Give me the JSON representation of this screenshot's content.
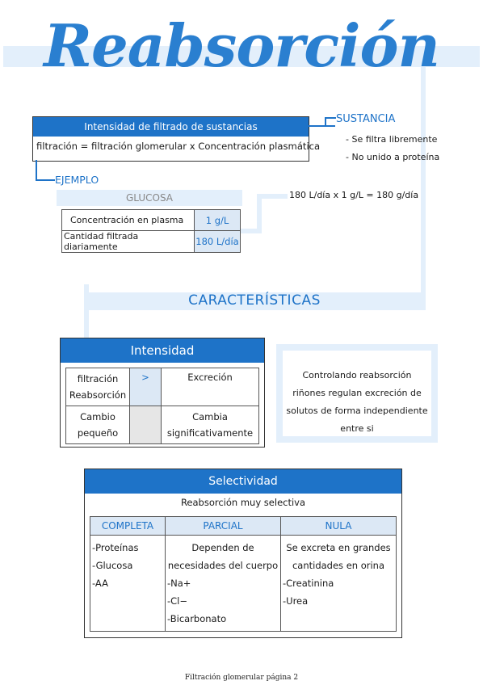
{
  "title": "Reabsorción",
  "filtrado": {
    "header": "Intensidad de filtrado de sustancias",
    "formula": "filtración = filtración glomerular x Concentración plasmática"
  },
  "sustancia": {
    "label": "SUSTANCIA",
    "items": [
      "-  Se filtra libremente",
      "-  No unido a proteína"
    ]
  },
  "ejemplo": {
    "label": "EJEMPLO",
    "glucosa_header": "GLUCOSA",
    "rows": [
      {
        "label": "Concentración en plasma",
        "value": "1 g/L"
      },
      {
        "label": "Cantidad filtrada diariamente",
        "value": "180 L/día"
      }
    ],
    "calc": "180 L/día x 1 g/L = 180 g/día"
  },
  "caracteristicas": "CARACTERÍSTICAS",
  "intensidad": {
    "header": "Intensidad",
    "row1": {
      "left_a": "filtración",
      "left_b": "Reabsorción",
      "mid": ">",
      "right": "Excreción"
    },
    "row2": {
      "left_a": "Cambio",
      "left_b": "pequeño",
      "mid": "",
      "right_a": "Cambia",
      "right_b": "significativamente"
    }
  },
  "nota": "Controlando reabsorción riñones regulan excreción de solutos de forma independiente entre si",
  "selectividad": {
    "header": "Selectividad",
    "subheader": "Reabsorción muy selectiva",
    "columns": [
      {
        "title": "COMPLETA",
        "items": [
          "-Proteínas",
          "-Glucosa",
          "-AA"
        ]
      },
      {
        "title": "PARCIAL",
        "items": [
          "Dependen de",
          "necesidades del cuerpo",
          "-Na+",
          "-Cl−",
          "-Bicarbonato"
        ]
      },
      {
        "title": "NULA",
        "items": [
          "Se excreta en grandes",
          "cantidades en orina",
          "-Creatinina",
          "-Urea"
        ]
      }
    ]
  },
  "footer": "Filtración glomerular página 2"
}
